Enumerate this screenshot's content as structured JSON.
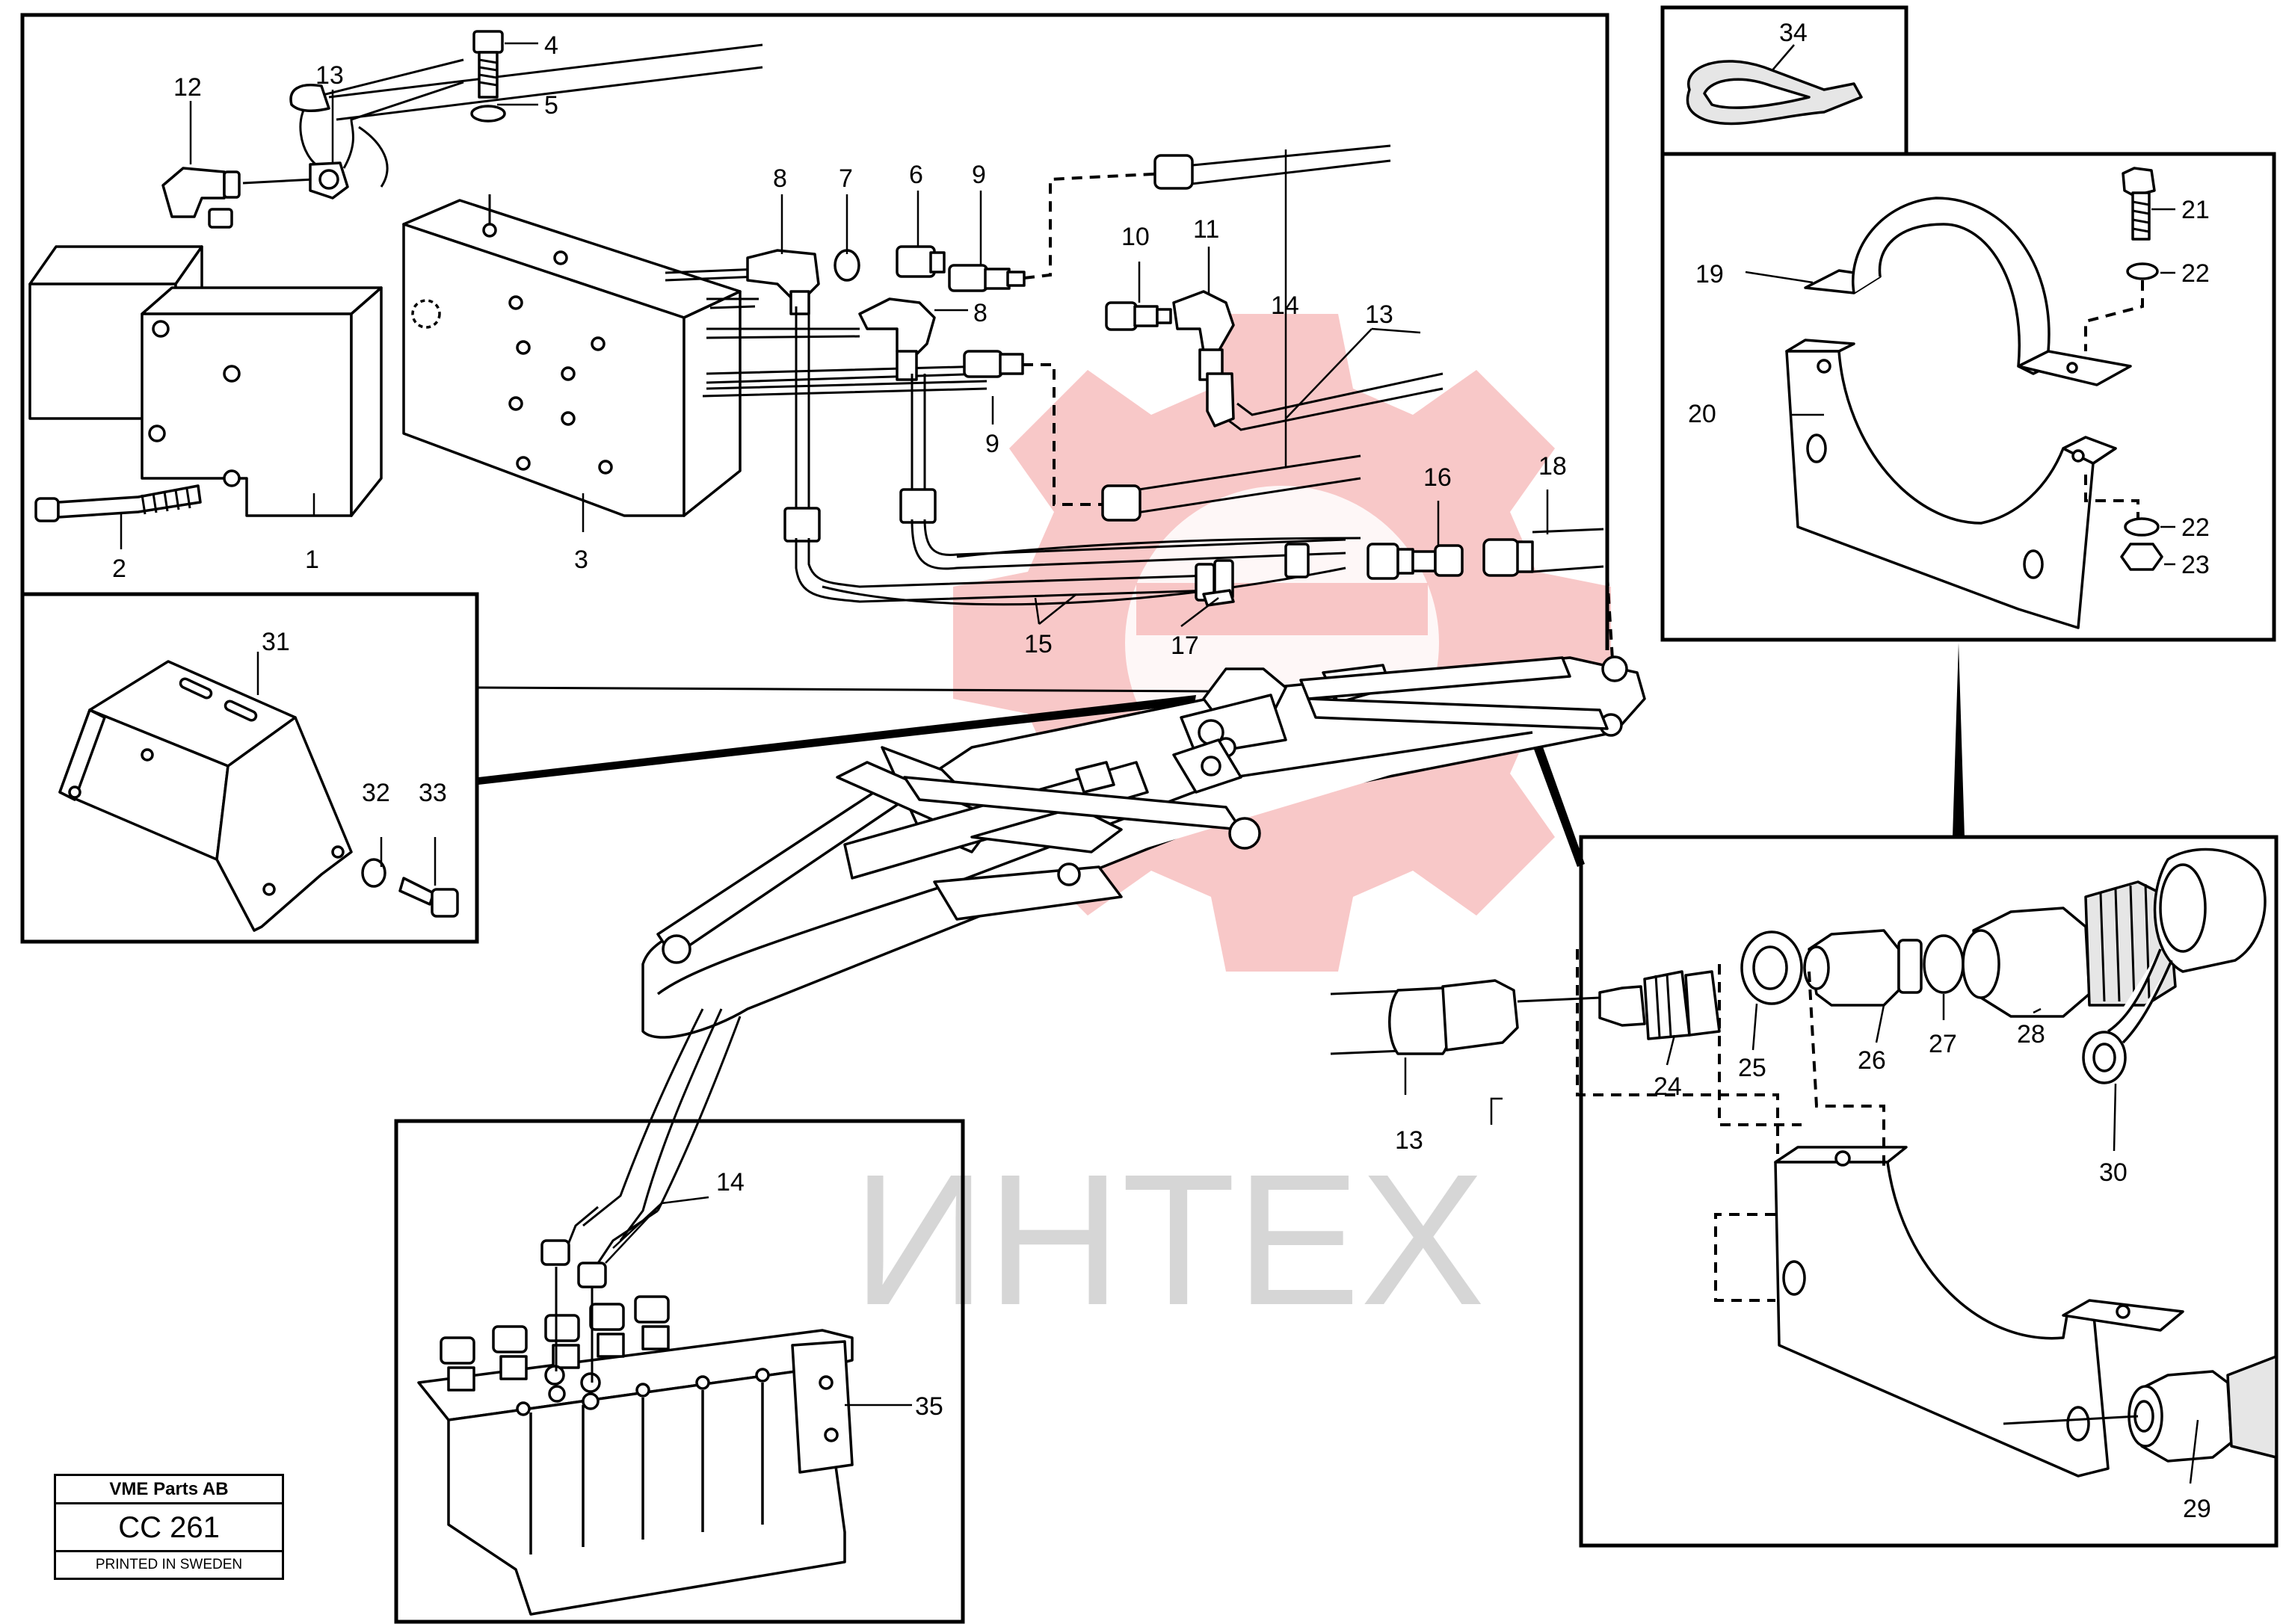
{
  "watermark": {
    "text": "ИНТЕХ",
    "color": "#f5b5b5"
  },
  "title_block": {
    "company": "VME Parts AB",
    "code": "CC 261",
    "printed": "PRINTED IN SWEDEN"
  },
  "callouts": {
    "c1": "1",
    "c2": "2",
    "c3": "3",
    "c4": "4",
    "c5": "5",
    "c6": "6",
    "c7": "7",
    "c8a": "8",
    "c8b": "8",
    "c9a": "9",
    "c9b": "9",
    "c10": "10",
    "c11": "11",
    "c12": "12",
    "c13a": "13",
    "c13b": "13",
    "c13c": "13",
    "c14a": "14",
    "c14b": "14",
    "c15": "15",
    "c16": "16",
    "c17": "17",
    "c18": "18",
    "c19": "19",
    "c20": "20",
    "c21": "21",
    "c22a": "22",
    "c22b": "22",
    "c23": "23",
    "c24": "24",
    "c25": "25",
    "c26": "26",
    "c27": "27",
    "c28": "28",
    "c29": "29",
    "c30": "30",
    "c31": "31",
    "c32": "32",
    "c33": "33",
    "c34": "34",
    "c35": "35"
  }
}
